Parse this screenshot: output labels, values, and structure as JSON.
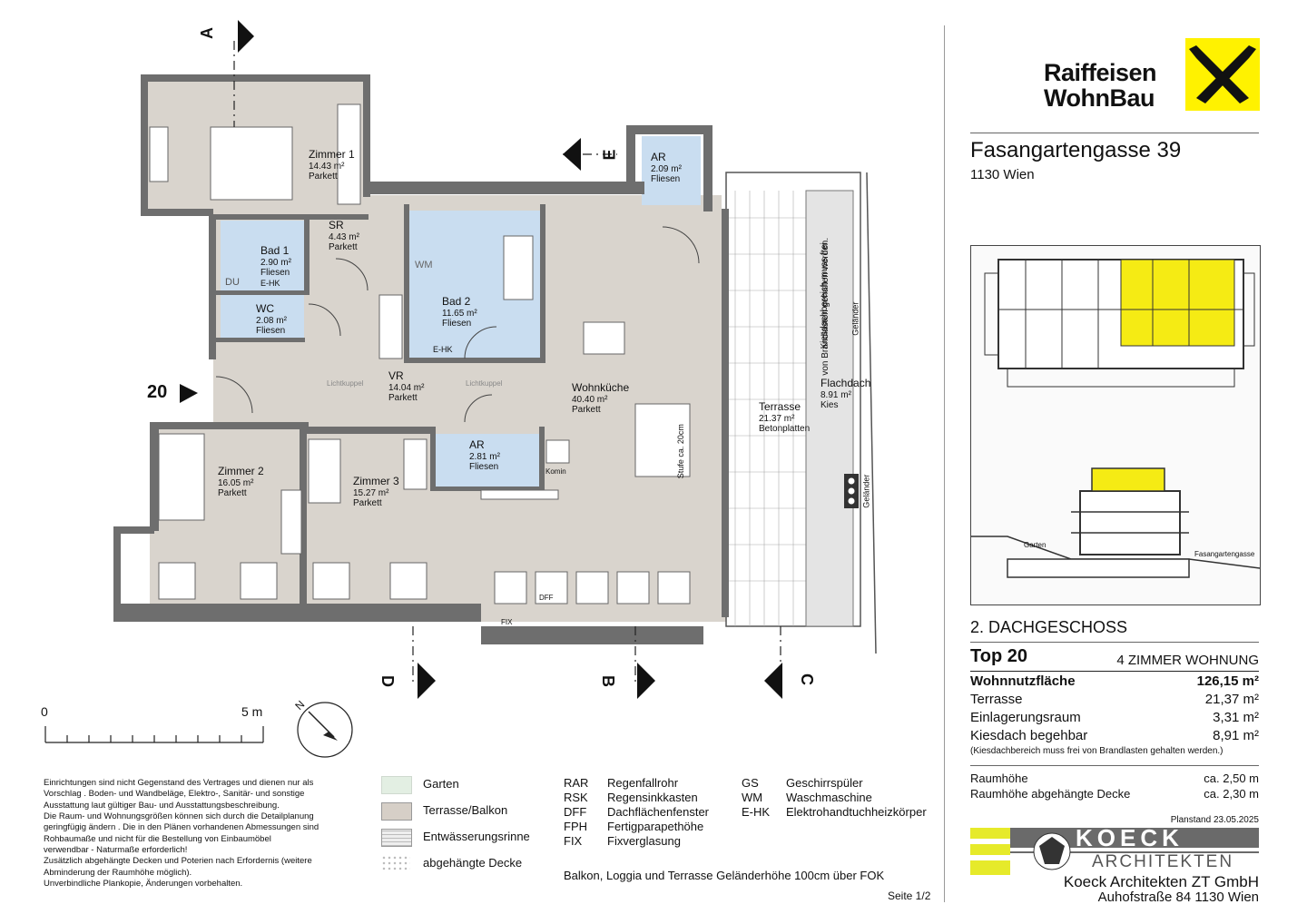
{
  "header": {
    "brand_line1": "Raiffeisen",
    "brand_line2": "WohnBau",
    "address_street": "Fasangartengasse 39",
    "address_city": "1130 Wien"
  },
  "section_marks": {
    "a": "A",
    "b": "B",
    "c": "C",
    "d": "D",
    "e": "E"
  },
  "entrance_label": "20",
  "scale": {
    "zero": "0",
    "five": "5 m"
  },
  "north_label": "N",
  "rooms": {
    "zimmer1": {
      "name": "Zimmer 1",
      "area": "14.43 m²",
      "floor": "Parkett"
    },
    "sr": {
      "name": "SR",
      "area": "4.43 m²",
      "floor": "Parkett"
    },
    "bad1": {
      "name": "Bad 1",
      "area": "2.90 m²",
      "floor": "Fliesen",
      "extra": "E-HK"
    },
    "wc": {
      "name": "WC",
      "area": "2.08 m²",
      "floor": "Fliesen"
    },
    "bad2": {
      "name": "Bad 2",
      "area": "11.65 m²",
      "floor": "Fliesen",
      "extra": "E-HK"
    },
    "ar_top": {
      "name": "AR",
      "area": "2.09 m²",
      "floor": "Fliesen"
    },
    "wohnkueche": {
      "name": "Wohnküche",
      "area": "40.40 m²",
      "floor": "Parkett"
    },
    "vr": {
      "name": "VR",
      "area": "14.04 m²",
      "floor": "Parkett"
    },
    "ar_mid": {
      "name": "AR",
      "area": "2.81 m²",
      "floor": "Fliesen"
    },
    "zimmer2": {
      "name": "Zimmer 2",
      "area": "16.05 m²",
      "floor": "Parkett"
    },
    "zimmer3": {
      "name": "Zimmer 3",
      "area": "15.27 m²",
      "floor": "Parkett"
    },
    "terrasse": {
      "name": "Terrasse",
      "area": "21.37 m²",
      "floor": "Betonplatten"
    },
    "flachdach": {
      "name": "Flachdach",
      "area": "8.91 m²",
      "floor": "Kies"
    }
  },
  "plan_labels": {
    "du": "DU",
    "wm": "WM",
    "dff": "DFF",
    "fix": "FIX",
    "komin": "Komin",
    "lichtkuppel": "Lichtkuppel",
    "stufe": "Stufe ca. 20cm",
    "kiesdach_note_1": "Kiesdachbereich muss frei",
    "kiesdach_note_2": "von Brandlasten gehalten werden.",
    "gelaender": "Geländer"
  },
  "key_plan": {
    "garten": "Garten",
    "street": "Fasangartengasse"
  },
  "floor_title": "2. DACHGESCHOSS",
  "unit": {
    "top": "Top 20",
    "type": "4 ZIMMER WOHNUNG"
  },
  "specs": [
    {
      "label": "Wohnnutzfläche",
      "value": "126,15 m²"
    },
    {
      "label": "Terrasse",
      "value": "21,37 m²"
    },
    {
      "label": "Einlagerungsraum",
      "value": "3,31 m²"
    },
    {
      "label": "Kiesdach begehbar",
      "value": "8,91 m²"
    }
  ],
  "spec_note": "(Kiesdachbereich muss frei von Brandlasten gehalten werden.)",
  "heights": [
    {
      "label": "Raumhöhe",
      "value": "ca. 2,50 m"
    },
    {
      "label": "Raumhöhe abgehängte Decke",
      "value": "ca. 2,30 m"
    }
  ],
  "planstand": "Planstand 23.05.2025",
  "architect": {
    "logo_word": "KOECK",
    "logo_sub": "ARCHITEKTEN",
    "firm": "Koeck Architekten ZT GmbH",
    "address": "Auhofstraße 84 1130 Wien"
  },
  "disclaimer": [
    "Einrichtungen sind nicht Gegenstand des Vertrages und dienen nur als",
    "Vorschlag . Boden- und Wandbeläge, Elektro-, Sanitär- und sonstige",
    "Ausstattung laut gültiger Bau- und Ausstattungsbeschreibung.",
    "Die Raum- und Wohnungsgrößen können sich durch die Detailplanung",
    "geringfügig ändern . Die in den Plänen vorhandenen Abmessungen sind",
    "Rohbaumaße und nicht für die Bestellung von Einbaumöbel",
    "verwendbar - Naturmaße erforderlich!",
    "Zusätzlich abgehängte Decken und Poterien nach Erfordernis (weitere",
    "Abminderung der Raumhöhe möglich).",
    "Unverbindliche Plankopie, Änderungen vorbehalten."
  ],
  "legend": [
    {
      "label": "Garten",
      "color": "#e3efe3"
    },
    {
      "label": "Terrasse/Balkon",
      "color": "#d6cfc7"
    },
    {
      "label": "Entwässerungsrinne",
      "color": "#cfcfcf"
    },
    {
      "label": "abgehängte Decke",
      "color": "#ffffff"
    }
  ],
  "abbreviations_1": [
    {
      "code": "RAR",
      "text": "Regenfallrohr"
    },
    {
      "code": "RSK",
      "text": "Regensinkkasten"
    },
    {
      "code": "DFF",
      "text": "Dachflächenfenster"
    },
    {
      "code": "FPH",
      "text": "Fertigparapethöhe"
    },
    {
      "code": "FIX",
      "text": "Fixverglasung"
    }
  ],
  "abbreviations_2": [
    {
      "code": "GS",
      "text": "Geschirrspüler"
    },
    {
      "code": "WM",
      "text": "Waschmaschine"
    },
    {
      "code": "E-HK",
      "text": "Elektrohandtuchheizkörper"
    }
  ],
  "railing_note": "Balkon, Loggia und Terrasse Geländerhöhe 100cm über FOK",
  "page": "Seite 1/2",
  "colors": {
    "floor": "#d9d4cd",
    "tile": "#c9ddf0",
    "wall": "#6e6e6e",
    "highlight": "#f5eb14",
    "raiffeisen_yellow": "#fff200"
  }
}
